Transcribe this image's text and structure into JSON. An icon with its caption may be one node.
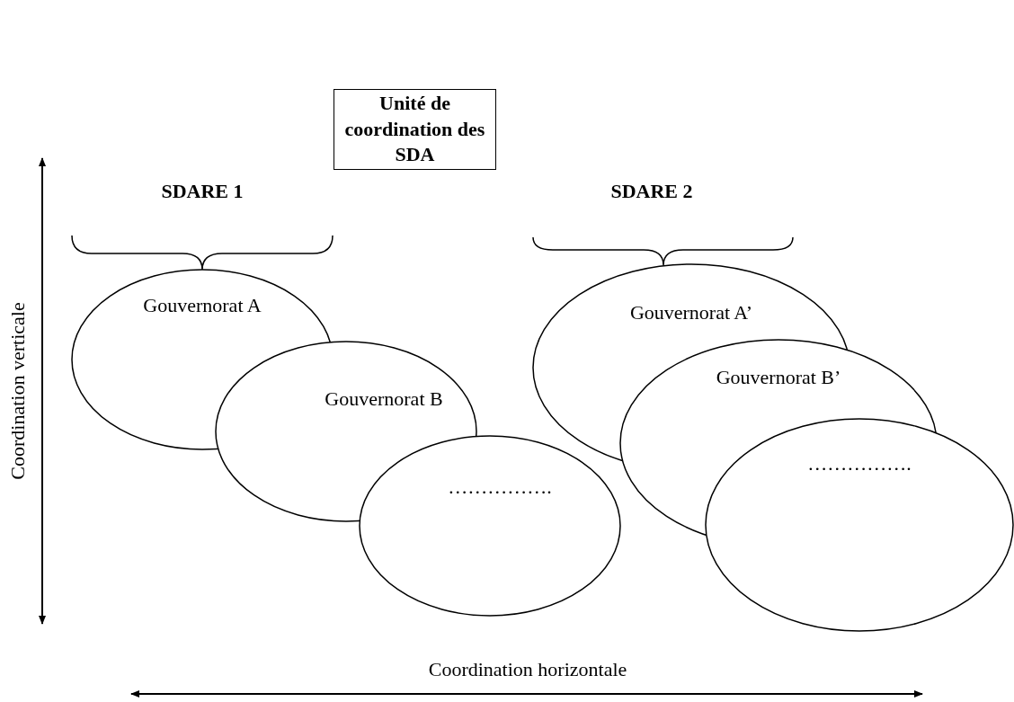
{
  "diagram": {
    "nodes": [
      {
        "text": [
          "Unité de coordination des SDA"
        ]
      },
      {
        "text": [
          "Gouvernorat A"
        ]
      },
      {
        "text": [
          "Gouvernorat B"
        ]
      },
      {
        "text": [
          "……………."
        ]
      },
      {
        "text": [
          "Gouvernorat A’"
        ]
      },
      {
        "text": [
          "Gouvernorat B’"
        ]
      },
      {
        "text": [
          "……………."
        ]
      }
    ],
    "edges": [],
    "labels": [
      "SDARE 1",
      "SDARE 2",
      "Coordination verticale",
      "Coordination horizontale"
    ]
  }
}
